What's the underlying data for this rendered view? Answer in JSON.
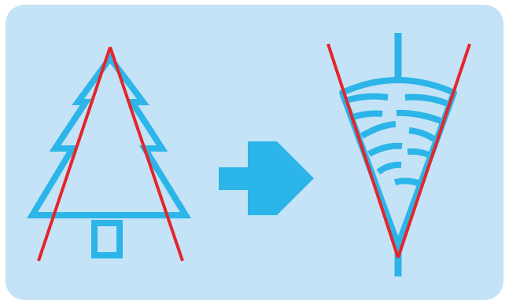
{
  "diagram": {
    "colors": {
      "panel_background": "#c5e3f6",
      "shape_stroke": "#2cb5e8",
      "guide_line": "#e3262b",
      "arrow_fill": "#2cb5e8",
      "page_background": "#ffffff"
    },
    "left_figure": {
      "icon": "fir-tree-outline-icon",
      "guide_lines": 2
    },
    "arrow": {
      "icon": "right-arrow-icon",
      "direction": "right"
    },
    "right_figure": {
      "icon": "inverted-cone-tree-icon",
      "guide_lines": 2
    }
  }
}
